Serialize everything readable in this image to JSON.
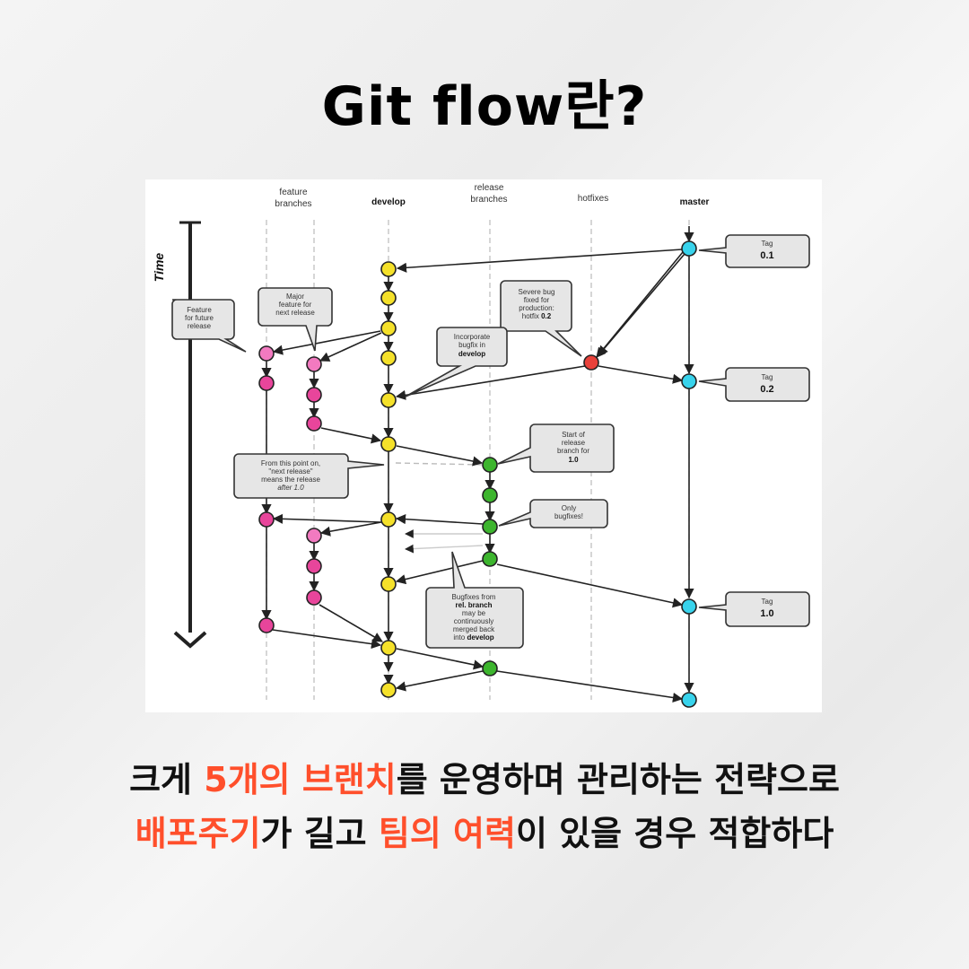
{
  "title": "Git flow란?",
  "diagram": {
    "columns": {
      "feature_line1": "feature",
      "feature_line2": "branches",
      "develop": "develop",
      "release_line1": "release",
      "release_line2": "branches",
      "hotfixes": "hotfixes",
      "master": "master"
    },
    "time_label": "Time",
    "callouts": {
      "feature_future": [
        "Feature",
        "for future",
        "release"
      ],
      "major_feature": [
        "Major",
        "feature for",
        "next release"
      ],
      "severe_bug": [
        "Severe bug",
        "fixed for",
        "production:"
      ],
      "severe_bug_last_prefix": "hotfix ",
      "severe_bug_last_bold": "0.2",
      "incorporate": [
        "Incorporate",
        "bugfix in"
      ],
      "incorporate_bold": "develop",
      "start_release": [
        "Start of",
        "release",
        "branch for"
      ],
      "start_release_bold": "1.0",
      "next_release": [
        "From this point on,",
        "\"next release\"",
        "means the release"
      ],
      "next_release_italic": "after 1.0",
      "only_bugfixes": [
        "Only",
        "bugfixes!"
      ],
      "bugfixes_from": "Bugfixes from",
      "bugfixes_bold": "rel. branch",
      "bugfixes_rest": [
        "may be",
        "continuously",
        "merged back"
      ],
      "bugfixes_into": "into ",
      "bugfixes_into_bold": "develop"
    },
    "tags": [
      {
        "label": "Tag",
        "value": "0.1"
      },
      {
        "label": "Tag",
        "value": "0.2"
      },
      {
        "label": "Tag",
        "value": "1.0"
      }
    ],
    "colors": {
      "feature": "#e8459b",
      "feature_light": "#f27ac0",
      "develop": "#f5e12a",
      "release": "#3db52e",
      "hotfix": "#e8413a",
      "master": "#38d3ec"
    }
  },
  "caption": {
    "line1": {
      "a": "크게 ",
      "hl1": "5개의 브랜치",
      "b": "를 운영하며 관리하는 전략으로"
    },
    "line2": {
      "hl1": "배포주기",
      "a": "가 길고 ",
      "hl2": "팀의 여력",
      "b": "이 있을 경우 적합하다"
    },
    "highlight_color": "#ff4f2b"
  }
}
